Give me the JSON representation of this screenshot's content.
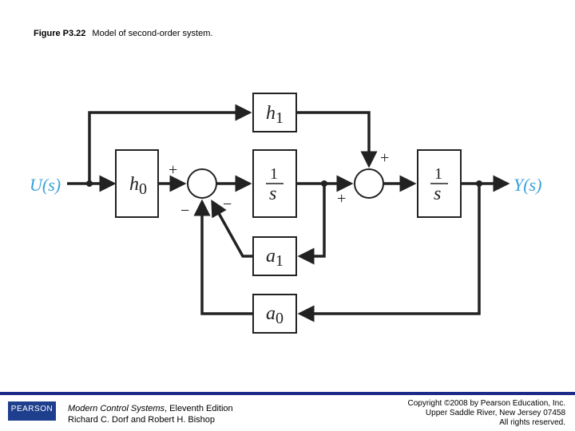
{
  "title": {
    "label": "Figure P3.22",
    "caption": "Model of second-order system."
  },
  "diagram": {
    "input": "U(s)",
    "output": "Y(s)",
    "blocks": {
      "h0": "h",
      "h0_sub": "0",
      "h1": "h",
      "h1_sub": "1",
      "int1_num": "1",
      "int1_den": "s",
      "int2_num": "1",
      "int2_den": "s",
      "a1": "a",
      "a1_sub": "1",
      "a0": "a",
      "a0_sub": "0"
    },
    "signs": {
      "sum1_in": "+",
      "sum1_a0": "−",
      "sum1_a1": "−",
      "sum2_top": "+",
      "sum2_left": "+"
    }
  },
  "footer": {
    "logo": "PEARSON",
    "book_title": "Modern Control Systems",
    "edition": ", Eleventh Edition",
    "authors": "Richard C. Dorf and Robert H. Bishop",
    "copyright": "Copyright ©2008 by Pearson Education, Inc.",
    "address": "Upper Saddle River, New Jersey 07458",
    "rights": "All rights reserved."
  },
  "colors": {
    "io": "#3aa0d8",
    "bar": "#1c2a8a"
  }
}
